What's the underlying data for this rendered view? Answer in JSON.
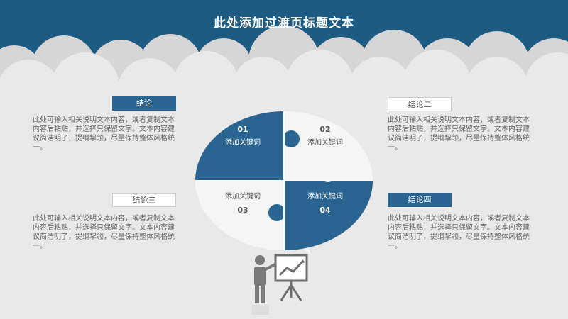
{
  "title": "此处添加过渡页标题文本",
  "colors": {
    "header": "#1e5b83",
    "accent": "#2a6491",
    "light": "#f5f5f5",
    "background": "#ececec"
  },
  "sections": [
    {
      "label": "结论",
      "text": "此处可输入相关说明文本内容，或者复制文本内容后粘贴，并选择只保留文字。文本内容建议简洁明了，提纲挈领，尽量保持整体风格统一。"
    },
    {
      "label": "结论二",
      "text": "此处可输入相关说明文本内容，或者复制文本内容后粘贴，并选择只保留文字。文本内容建议简洁明了，提纲挈领，尽量保持整体风格统一。"
    },
    {
      "label": "结论三",
      "text": "此处可输入相关说明文本内容，或者复制文本内容后粘贴，并选择只保留文字。文本内容建议简洁明了，提纲挈领，尽量保持整体风格统一。"
    },
    {
      "label": "结论四",
      "text": "此处可输入相关说明文本内容，或者复制文本内容后粘贴，并选择只保留文字。文本内容建议简洁明了，提纲挈领，尽量保持整体风格统一。"
    }
  ],
  "puzzle": [
    {
      "number": "01",
      "keyword": "添加关键词"
    },
    {
      "number": "02",
      "keyword": "添加关键词"
    },
    {
      "number": "03",
      "keyword": "添加关键词"
    },
    {
      "number": "04",
      "keyword": "添加关键词"
    }
  ],
  "icon": "presenter-chart-icon"
}
